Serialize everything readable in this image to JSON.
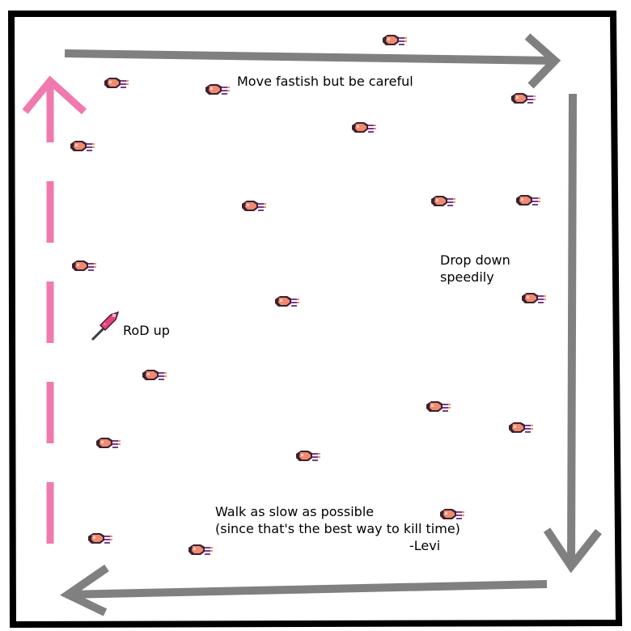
{
  "labels": {
    "top_route": "Move fastish but be careful",
    "right_route_line1": "Drop down",
    "right_route_line2": "speedily",
    "rod_item": "RoD up",
    "bottom_route_line1": "Walk as slow as possible",
    "bottom_route_line2": "(since that's the best way to kill time)",
    "signature": "-Levi"
  },
  "colors": {
    "frame": "#000000",
    "route_arrow": "#808080",
    "return_arrow": "#f07aad",
    "enemy_body": "#f28a70",
    "enemy_shadow": "#3a2230",
    "enemy_tail": "#7a3c8c",
    "rod_tip": "#e0447a"
  },
  "icons": {
    "enemy": "bat-enemy-sprite",
    "item": "rod-of-discord-icon"
  }
}
